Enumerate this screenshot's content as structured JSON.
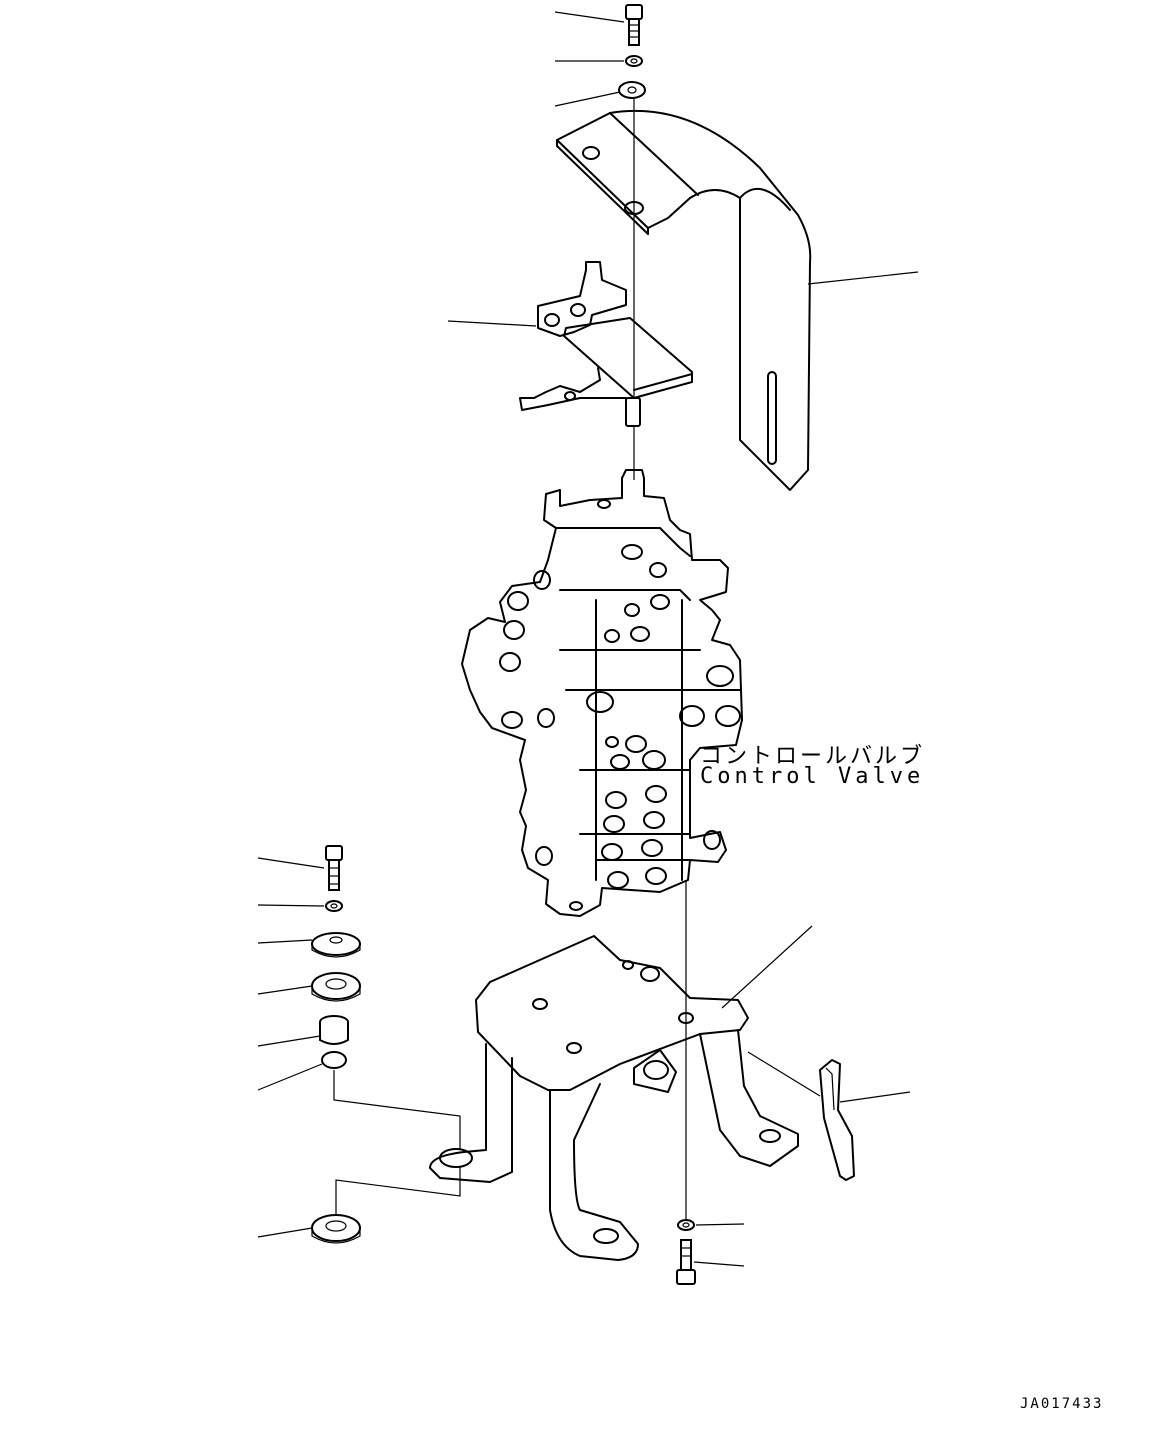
{
  "labels": {
    "component_jp": "コントロールバルブ",
    "component_en": "Control Valve",
    "drawing_id": "JA017433"
  },
  "colors": {
    "line": "#000000",
    "background": "#ffffff"
  }
}
